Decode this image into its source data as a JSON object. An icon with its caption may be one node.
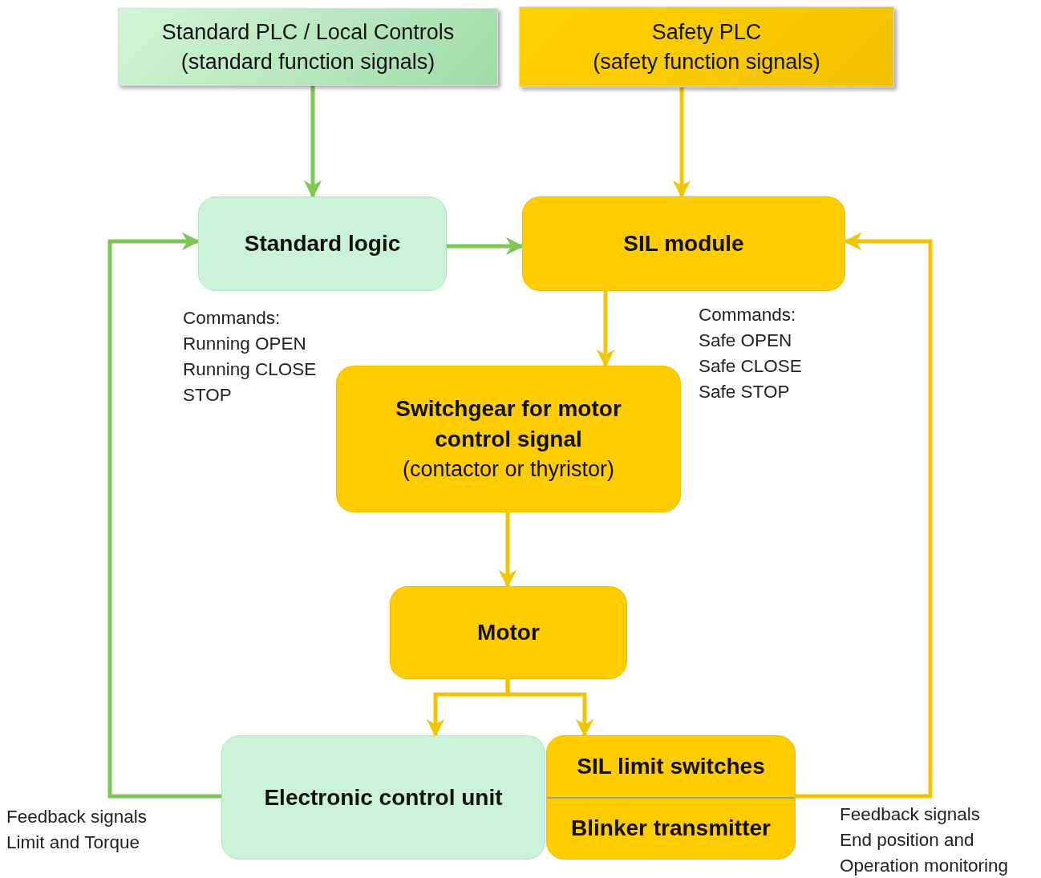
{
  "diagram": {
    "nodes": [
      {
        "text": [
          "Standard PLC / Local Controls",
          "(standard function signals)"
        ]
      },
      {
        "text": [
          "Safety PLC",
          "(safety function signals)"
        ]
      },
      {
        "text": [
          "Standard logic"
        ]
      },
      {
        "text": [
          "SIL module"
        ]
      },
      {
        "text": [
          "Switchgear for motor control signal",
          "(contactor or thyristor)"
        ]
      },
      {
        "text": [
          "Motor"
        ]
      },
      {
        "text": [
          "Electronic control unit"
        ]
      },
      {
        "text": [
          "SIL limit switches",
          "Blinker transmitter"
        ]
      }
    ],
    "edges": [
      {
        "from": 0,
        "to": 2,
        "arrow": "to",
        "color": "#7dc855"
      },
      {
        "from": 1,
        "to": 3,
        "arrow": "to"
      },
      {
        "from": 2,
        "to": 3,
        "arrow": "to",
        "color": "#7dc855"
      },
      {
        "from": 3,
        "to": 4,
        "arrow": "to"
      },
      {
        "from": 4,
        "to": 5,
        "arrow": "to"
      },
      {
        "from": 5,
        "to": 6,
        "arrow": "to"
      },
      {
        "from": 5,
        "to": 7,
        "arrow": "to"
      },
      {
        "from": 6,
        "to": 2,
        "arrow": "to",
        "color": "#7dc855"
      },
      {
        "from": 7,
        "to": 3,
        "arrow": "to"
      }
    ],
    "labels": [
      "Commands:",
      "Running OPEN",
      "Running CLOSE",
      "STOP",
      "Commands:",
      "Safe OPEN",
      "Safe CLOSE",
      "Safe STOP",
      "Feedback signals",
      "Limit and Torque",
      "Feedback signals",
      "End position and",
      "Operation monitoring"
    ]
  }
}
